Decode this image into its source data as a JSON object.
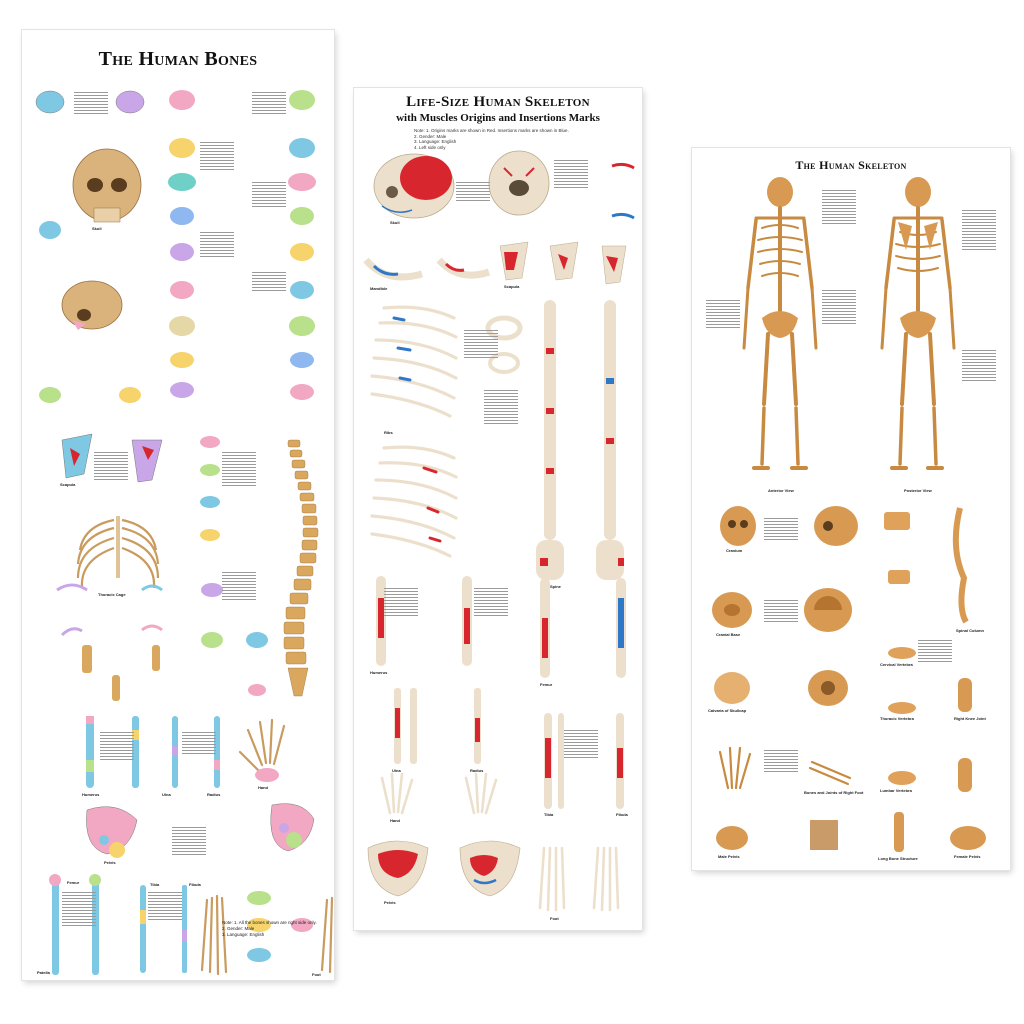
{
  "posters": {
    "bones": {
      "title": "The Human Bones",
      "captions": [
        "Skull",
        "Scapula",
        "Thoracic Cage",
        "Humerus",
        "Ulna",
        "Radius",
        "Hand",
        "Pelvis",
        "Femur",
        "Patella",
        "Tibia",
        "Fibula",
        "Foot"
      ],
      "note": [
        "Note: 1. All the bones shown are right side only.",
        "2. Gender: Male",
        "3. Language: English"
      ]
    },
    "life_size": {
      "title": "Life-Size Human Skeleton",
      "subtitle": "with Muscles Origins and Insertions Marks",
      "note": [
        "Note: 1. Origins marks are shown in Red. Insertions marks are shown in Blue.",
        "2. Gender: Male",
        "3. Language: English",
        "4. Left side only"
      ],
      "captions": [
        "Skull",
        "Mandible",
        "Scapula",
        "Ribs",
        "Spine",
        "Humerus",
        "Femur",
        "Ulna",
        "Radius",
        "Tibia",
        "Fibula",
        "Hand",
        "Foot",
        "Pelvis"
      ]
    },
    "skeleton": {
      "title": "The Human Skeleton",
      "captions": [
        "Anterior View",
        "Posterior View",
        "Cranium",
        "Spinal Column",
        "Cranial Base",
        "Calvaria of Skullcap",
        "Cervical Vertebra",
        "Thoracic Vertebra",
        "Lumbar Vertebra",
        "Right Knee Joint",
        "Bones and Joints of Right Foot",
        "Male Pelvis",
        "Female Pelvis",
        "Long Bone Structure"
      ]
    }
  },
  "colors": {
    "bone": "#d9b27c",
    "bone_dark": "#b8864a",
    "origin": "#d8262e",
    "insertion": "#2f78c8",
    "skull_bone_palette": [
      "#7ec8e3",
      "#f2a7c3",
      "#b9e08a",
      "#f7d36b",
      "#c9a6e8"
    ]
  }
}
